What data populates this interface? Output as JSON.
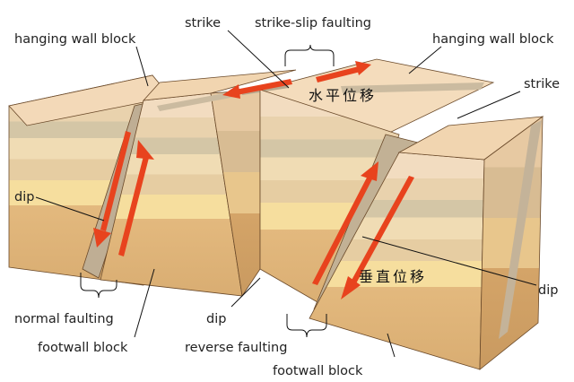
{
  "labels": {
    "hanging_wall_left": "hanging wall block",
    "strike_top": "strike",
    "strike_slip": "strike-slip faulting",
    "hanging_wall_right": "hanging wall block",
    "strike_right": "strike",
    "dip_left": "dip",
    "normal_faulting": "normal faulting",
    "footwall_left": "footwall block",
    "dip_mid": "dip",
    "reverse_faulting": "reverse faulting",
    "footwall_right": "footwall block",
    "dip_right": "dip"
  },
  "cjk": {
    "horizontal_displacement": "水平位移",
    "vertical_displacement": "垂直位移"
  },
  "colors": {
    "arrow": "#e8431e",
    "top_face": "#f3d9b8",
    "side_face": "#dcb384",
    "fault_plane": "#b8a48a",
    "layer_light": "#f5e1bf",
    "layer_mid": "#e8cfa5",
    "layer_gray": "#cdbf9f",
    "layer_yellow": "#f6dc9c",
    "layer_bottom": "#e2b67a"
  }
}
